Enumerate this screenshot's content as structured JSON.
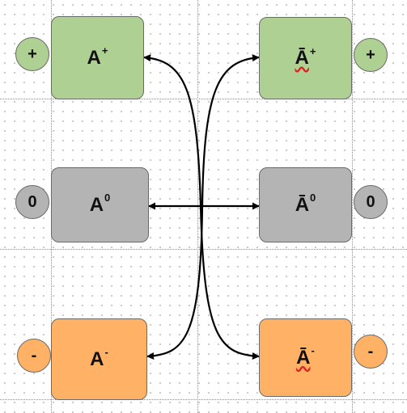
{
  "nodes": {
    "a_plus": {
      "base": "A",
      "sup": "+",
      "bar": false,
      "color": "#aed092"
    },
    "abar_plus": {
      "base": "Ā",
      "sup": "+",
      "bar": true,
      "color": "#aed092"
    },
    "a_zero": {
      "base": "A",
      "sup": "0",
      "bar": false,
      "color": "#b4b4b4"
    },
    "abar_zero": {
      "base": "Ā",
      "sup": "0",
      "bar": true,
      "color": "#b4b4b4"
    },
    "a_minus": {
      "base": "A",
      "sup": "-",
      "bar": false,
      "color": "#ffb266"
    },
    "abar_minus": {
      "base": "Ā",
      "sup": "-",
      "bar": true,
      "color": "#ffb266"
    }
  },
  "badges": {
    "left_plus": "+",
    "right_plus": "+",
    "left_zero": "0",
    "right_zero": "0",
    "left_minus": "-",
    "right_minus": "-"
  },
  "connections": [
    {
      "from": "a_minus",
      "to": "abar_plus",
      "style": "single-arrow"
    },
    {
      "from": "a_plus",
      "to": "abar_minus",
      "style": "single-arrow"
    },
    {
      "from": "a_zero",
      "to": "abar_zero",
      "style": "double-arrow"
    }
  ]
}
